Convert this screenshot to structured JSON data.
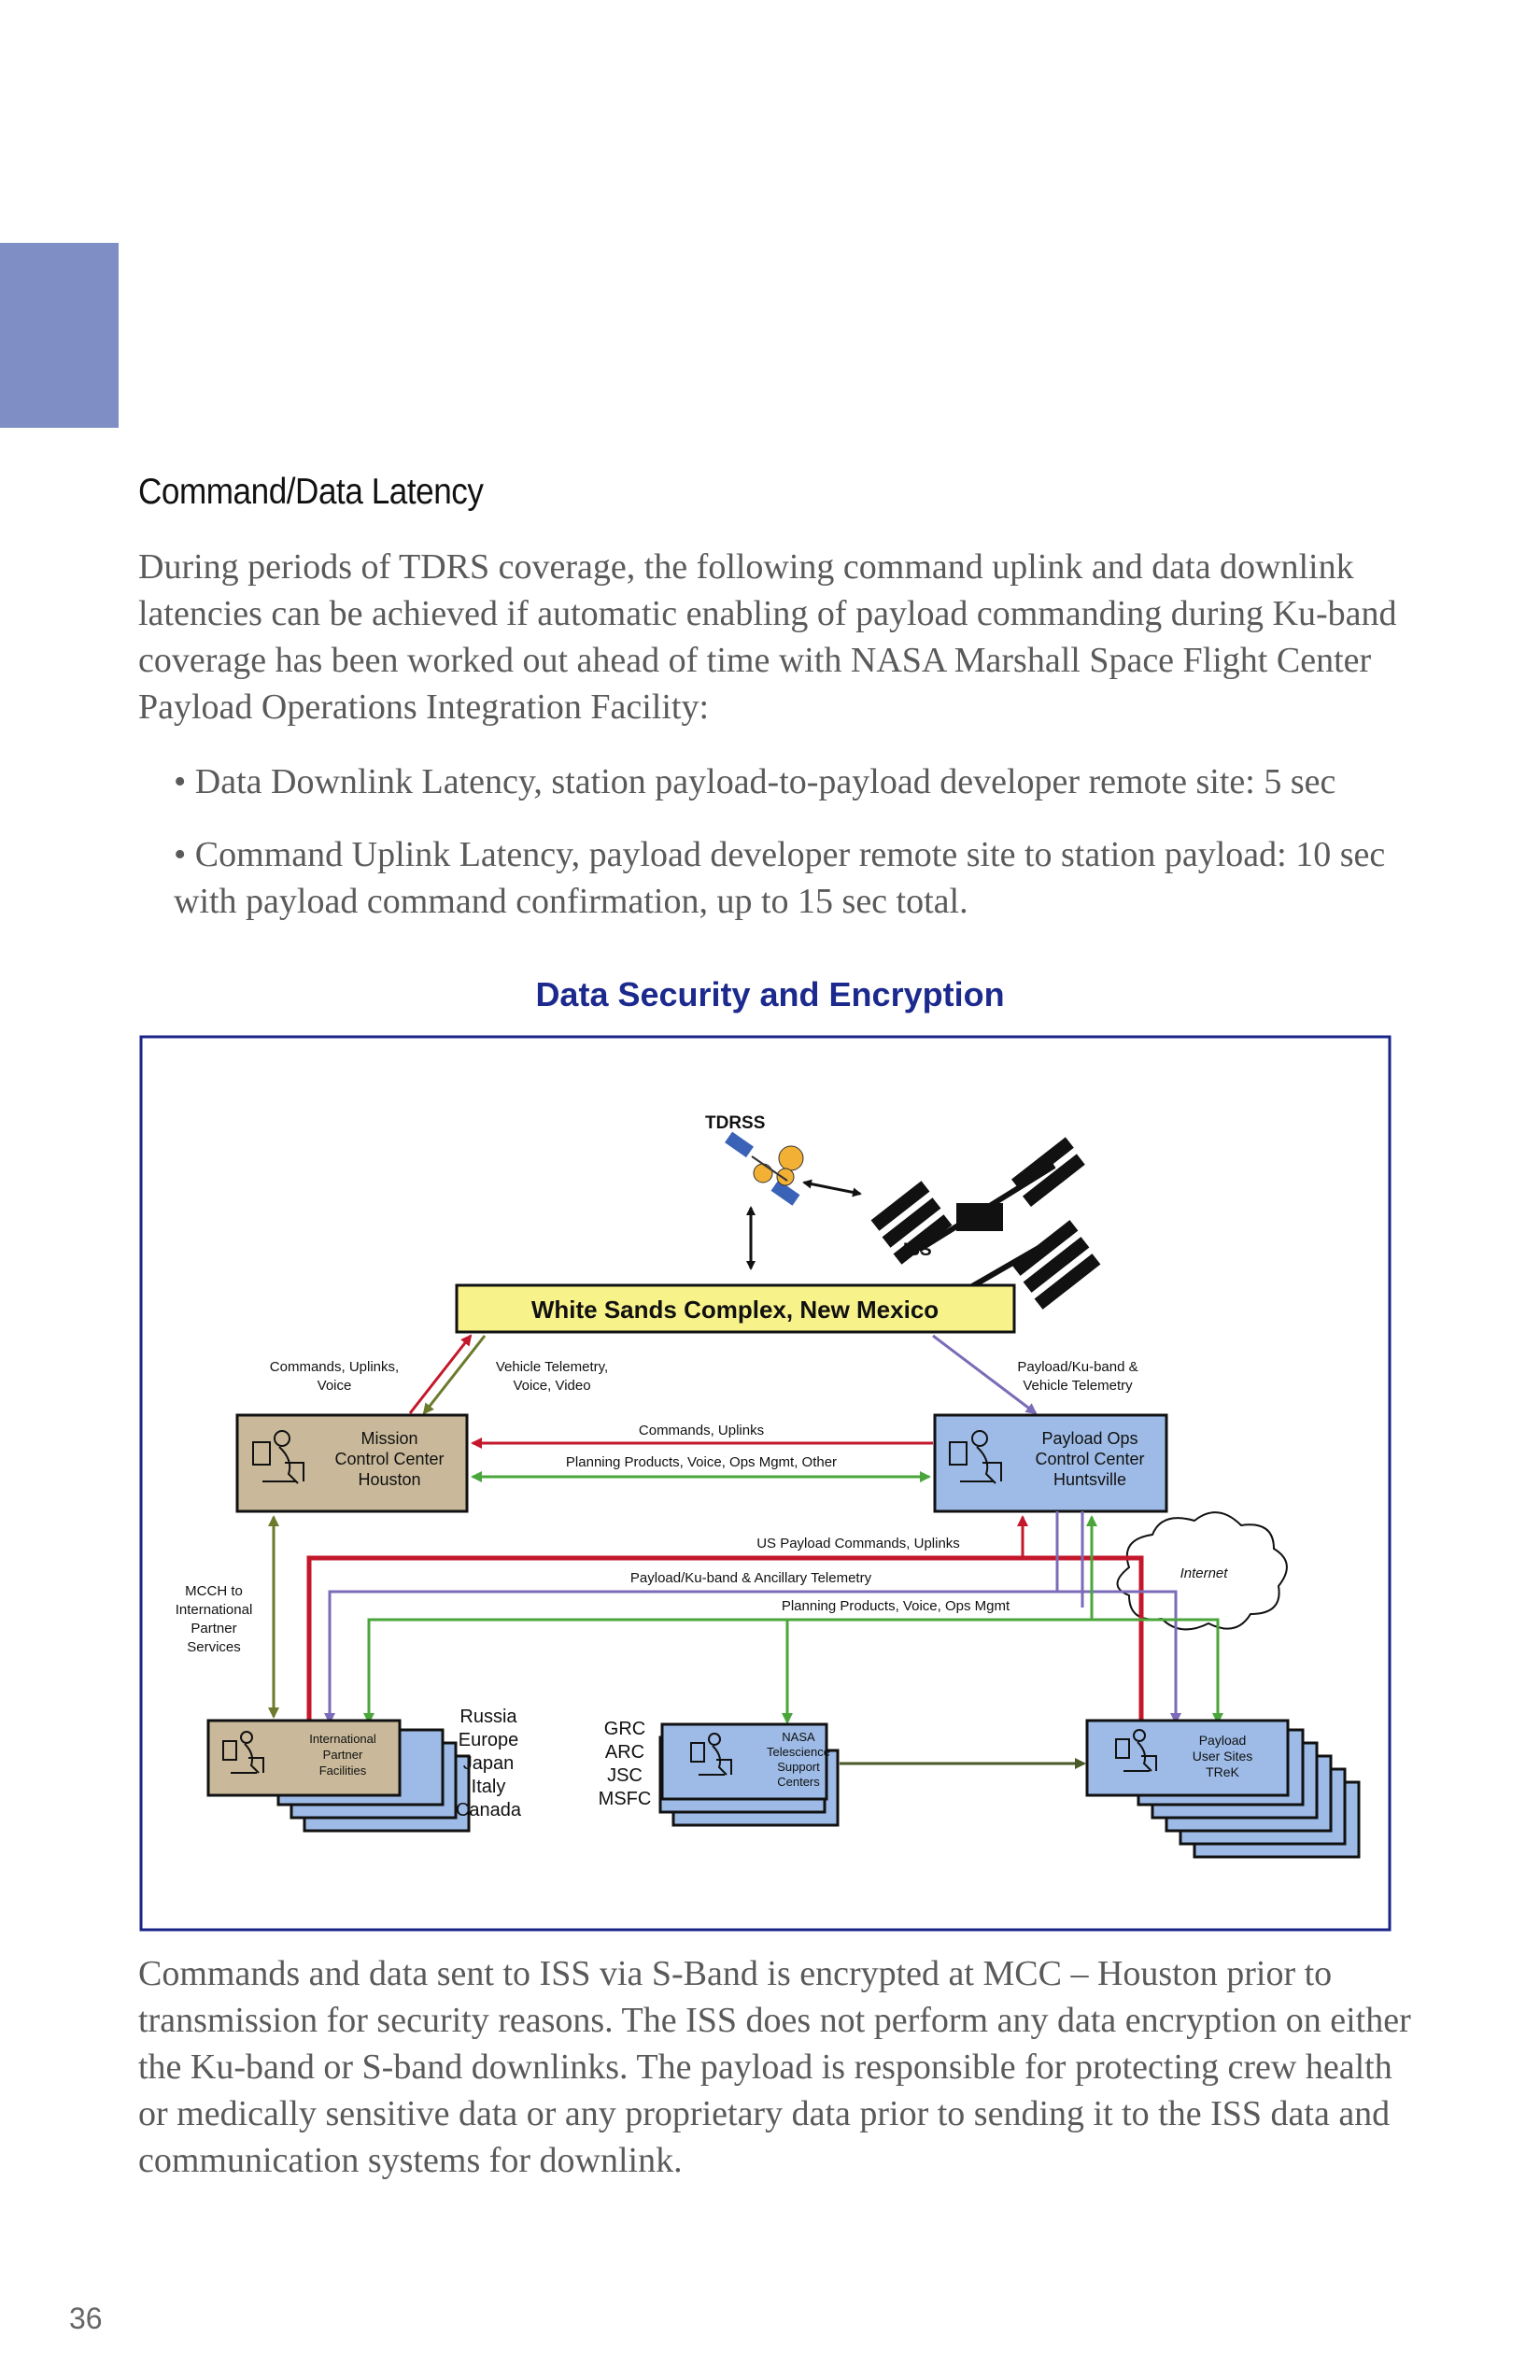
{
  "section": {
    "heading": "Command/Data Latency",
    "intro": "During periods of TDRS coverage, the following command uplink and data downlink latencies can be achieved if automatic enabling of payload commanding during Ku-band coverage has been worked out ahead of time with NASA Marshall Space Flight Center Payload Operations Integration Facility:",
    "bullets": [
      "• Data Downlink Latency, station payload-to-payload developer remote site: 5 sec",
      "• Command Uplink Latency, payload developer remote site to station payload: 10 sec with payload command confirmation, up to 15 sec total."
    ]
  },
  "figure": {
    "title": "Data Security and Encryption",
    "tdrss": "TDRSS",
    "iss": "ISS",
    "white_sands": "White Sands Complex, New Mexico",
    "mcc": [
      "Mission",
      "Control Center",
      "Houston"
    ],
    "poc": [
      "Payload Ops",
      "Control Center",
      "Huntsville"
    ],
    "ipf": [
      "International",
      "Partner",
      "Facilities"
    ],
    "nasa_tsc": [
      "NASA",
      "Telescience",
      "Support",
      "Centers"
    ],
    "user_sites": [
      "Payload",
      "User Sites",
      "TReK"
    ],
    "flow_labels": {
      "cmd_uplinks_voice": [
        "Commands, Uplinks,",
        "Voice"
      ],
      "vehicle_telemetry": [
        "Vehicle Telemetry,",
        "Voice, Video"
      ],
      "payload_ku": [
        "Payload/Ku-band &",
        "Vehicle Telemetry"
      ],
      "commands_uplinks": "Commands, Uplinks",
      "planning_products": "Planning Products, Voice, Ops Mgmt, Other",
      "us_payload_commands": "US Payload Commands, Uplinks",
      "ancillary_telemetry": "Payload/Ku-band & Ancillary Telemetry",
      "planning_voice": "Planning Products, Voice, Ops Mgmt",
      "mcch": [
        "MCCH to",
        "International",
        "Partner",
        "Services"
      ],
      "internet": "Internet"
    },
    "partners": [
      "Russia",
      "Europe",
      "Japan",
      "Italy",
      "Canada"
    ],
    "nasa_centers": [
      "GRC",
      "ARC",
      "JSC",
      "MSFC"
    ],
    "colors": {
      "frame": "#1a2488",
      "yellow_box": "#f7f28a",
      "tan_box": "#c9b99a",
      "blue_box": "#9dbbe6",
      "red_line": "#c4172b",
      "green_line": "#4aa63b",
      "purple_line": "#7c6bb8",
      "olive_line": "#6b7a2c"
    }
  },
  "closing": "Commands and data sent to ISS via S-Band is encrypted at MCC – Houston prior to transmission for security reasons.  The ISS does not perform any data encryption on either the Ku-band or S-band downlinks. The payload is responsible for protecting  crew health or medically sensitive data or any proprietary data prior to sending it to the ISS data and communication systems for downlink.",
  "page_number": "36"
}
